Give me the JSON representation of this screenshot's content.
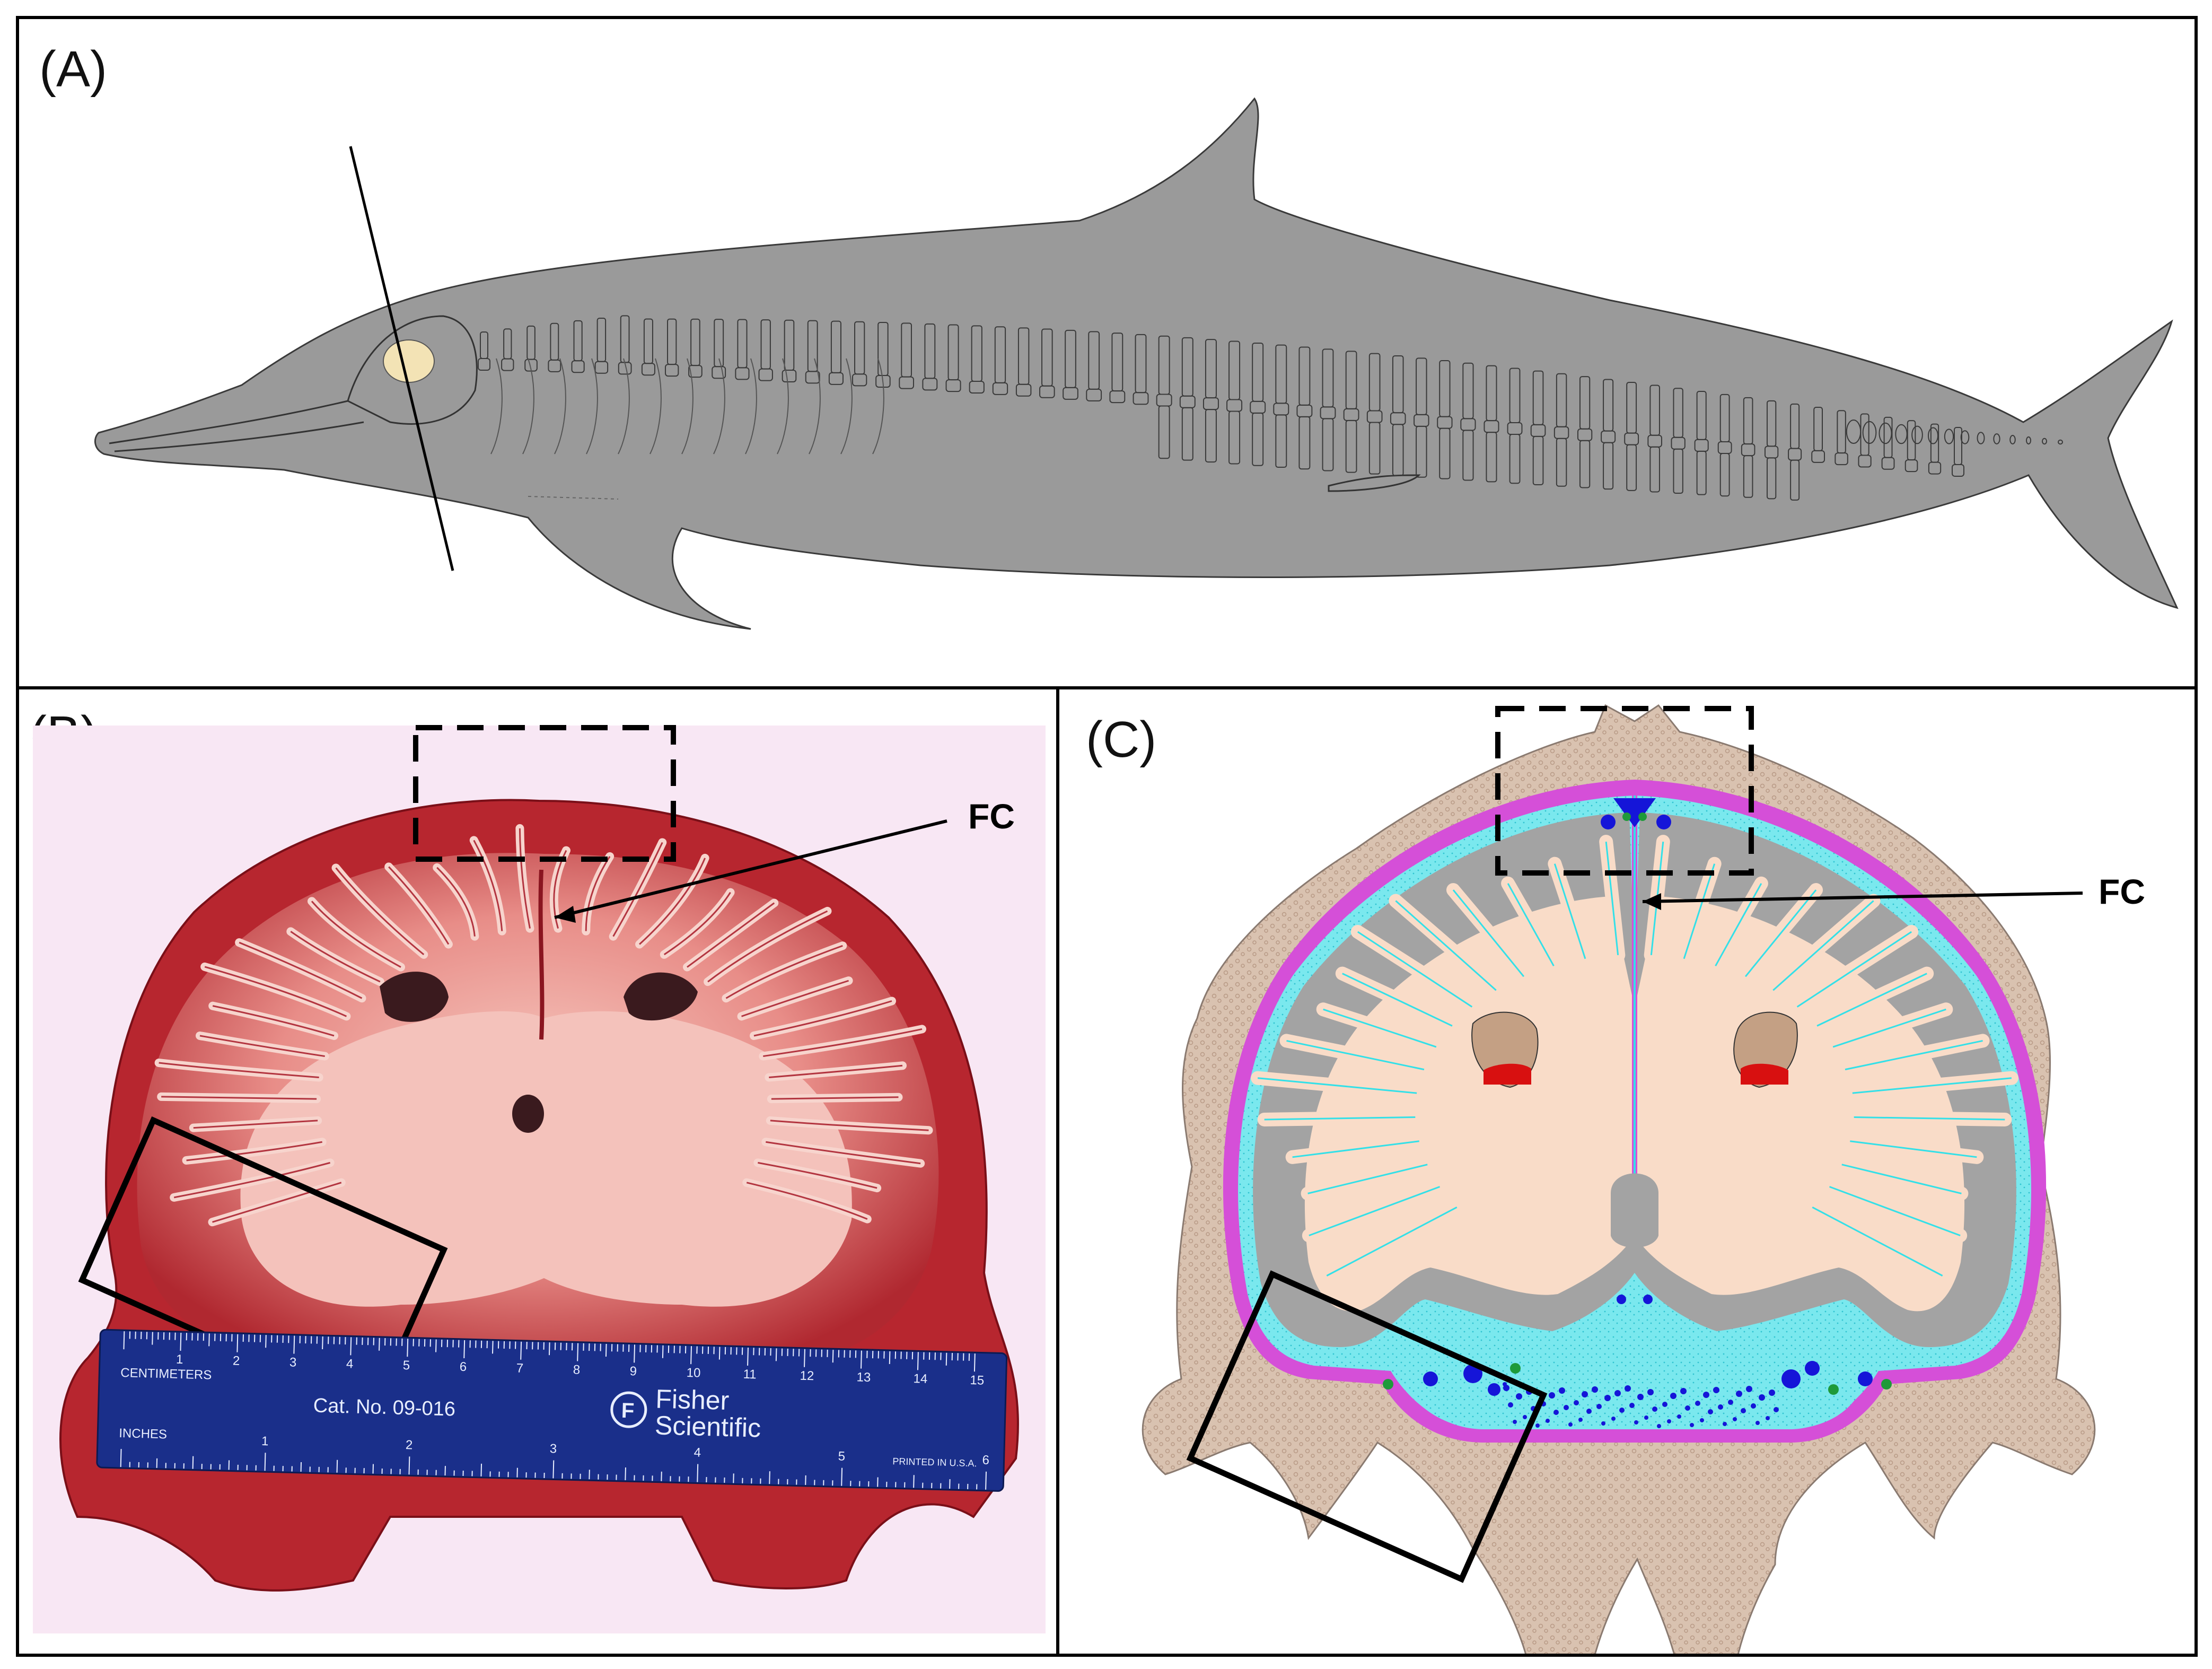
{
  "panels": {
    "a": {
      "label": "(A)"
    },
    "b": {
      "label": "(B)",
      "annotation": "FC",
      "ruler": {
        "brand_line1": "Fisher",
        "brand_line2": "Scientific",
        "brand_mark": "F",
        "catalog": "Cat. No. 09-016",
        "unit_top": "CENTIMETERS",
        "unit_bottom": "INCHES",
        "imprint": "PRINTED IN U.S.A.",
        "cm_ticks": [
          "1",
          "2",
          "3",
          "4",
          "5",
          "6",
          "7",
          "8",
          "9",
          "10",
          "11",
          "12",
          "13",
          "14",
          "15"
        ],
        "inch_ticks": [
          "1",
          "2",
          "3",
          "4",
          "5",
          "6"
        ]
      }
    },
    "c": {
      "label": "(C)",
      "annotation": "FC"
    }
  },
  "colors": {
    "dolphin_body": "#9a9a9a",
    "ear_bone": "#f3e3b5",
    "tissue_red": "#c4303a",
    "white_matter_photo": "#f2b7b0",
    "bone_tan": "#d9c2b0",
    "gray_matter": "#a3a3a3",
    "white_matter": "#f9dcc8",
    "csf_cyan": "#33e0e8",
    "meninges_magenta": "#d54fd8",
    "vessel_blue": "#1515d8",
    "vessel_green": "#1e9a3a",
    "vessel_red": "#d81010",
    "ruler_blue": "#1a2f8a",
    "backdrop_pink": "#f8e7f4"
  }
}
